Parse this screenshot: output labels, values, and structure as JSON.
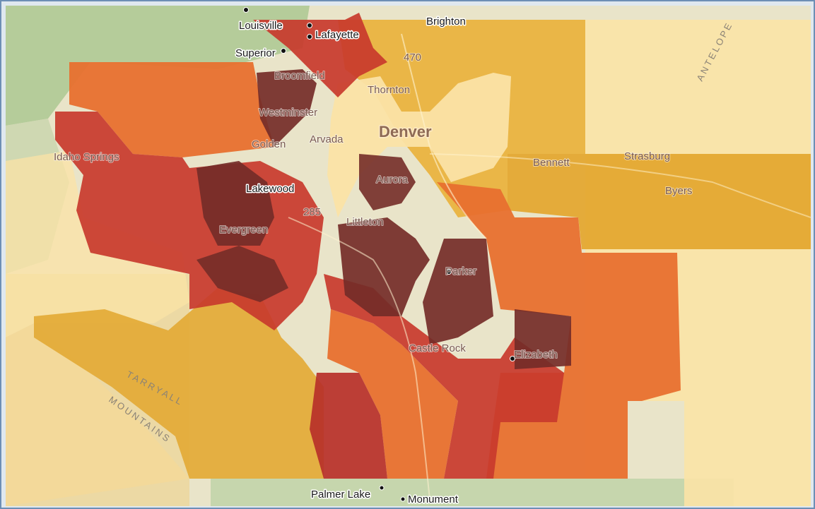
{
  "map": {
    "places": [
      {
        "id": "louisville",
        "name": "Louisville"
      },
      {
        "id": "lafayette",
        "name": "Lafayette"
      },
      {
        "id": "superior",
        "name": "Superior"
      },
      {
        "id": "brighton",
        "name": "Brighton"
      },
      {
        "id": "broomfield",
        "name": "Broomfield"
      },
      {
        "id": "thornton",
        "name": "Thornton"
      },
      {
        "id": "westminster",
        "name": "Westminster"
      },
      {
        "id": "arvada",
        "name": "Arvada"
      },
      {
        "id": "golden",
        "name": "Golden"
      },
      {
        "id": "denver",
        "name": "Denver"
      },
      {
        "id": "idaho-springs",
        "name": "Idaho Springs"
      },
      {
        "id": "lakewood",
        "name": "Lakewood"
      },
      {
        "id": "aurora",
        "name": "Aurora"
      },
      {
        "id": "bennett",
        "name": "Bennett"
      },
      {
        "id": "strasburg",
        "name": "Strasburg"
      },
      {
        "id": "byers",
        "name": "Byers"
      },
      {
        "id": "evergreen",
        "name": "Evergreen"
      },
      {
        "id": "littleton",
        "name": "Littleton"
      },
      {
        "id": "parker",
        "name": "Parker"
      },
      {
        "id": "castle-rock",
        "name": "Castle Rock"
      },
      {
        "id": "elizabeth",
        "name": "Elizabeth"
      },
      {
        "id": "palmer-lake",
        "name": "Palmer Lake"
      },
      {
        "id": "monument",
        "name": "Monument"
      }
    ],
    "highways": [
      "470",
      "285"
    ],
    "terrain_labels": [
      "TARRYALL",
      "MOUNTAINS",
      "ANTELOPE"
    ],
    "colors": {
      "class1": "#fbe3a6",
      "class2": "#e9b23c",
      "class3": "#e8702f",
      "class4": "#c8392d",
      "class5": "#742c28",
      "basemap_green": "#b5cc9a",
      "basemap_tan": "#e9e4c9"
    }
  }
}
